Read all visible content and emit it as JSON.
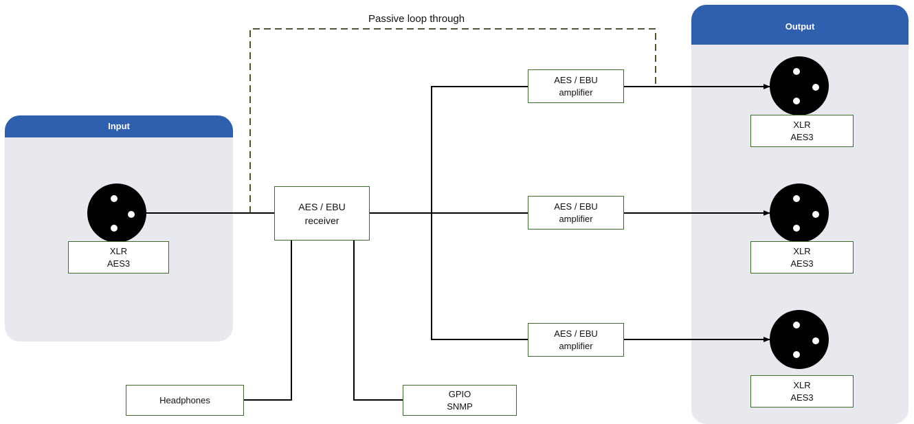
{
  "colors": {
    "panel_header": "#2f5faf",
    "panel_bg": "#e8e9ee",
    "box_border": "#3b6b2a",
    "loop_line": "#4a5a2a"
  },
  "input_panel": {
    "title": "Input",
    "connector": {
      "icon": "xlr-connector-icon",
      "line1": "XLR",
      "line2": "AES3"
    }
  },
  "output_panel": {
    "title": "Output",
    "connectors": [
      {
        "icon": "xlr-connector-icon",
        "line1": "XLR",
        "line2": "AES3"
      },
      {
        "icon": "xlr-connector-icon",
        "line1": "XLR",
        "line2": "AES3"
      },
      {
        "icon": "xlr-connector-icon",
        "line1": "XLR",
        "line2": "AES3"
      }
    ]
  },
  "loop_label": "Passive loop through",
  "receiver": {
    "line1": "AES / EBU",
    "line2": "receiver"
  },
  "amplifiers": [
    {
      "line1": "AES / EBU",
      "line2": "amplifier"
    },
    {
      "line1": "AES / EBU",
      "line2": "amplifier"
    },
    {
      "line1": "AES / EBU",
      "line2": "amplifier"
    }
  ],
  "headphones": {
    "label": "Headphones"
  },
  "gpio": {
    "line1": "GPIO",
    "line2": "SNMP"
  }
}
